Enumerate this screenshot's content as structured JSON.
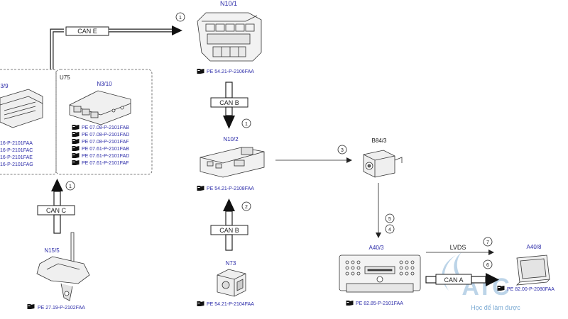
{
  "components": {
    "n10_1": {
      "label": "N10/1",
      "ref": "PE 54.21-P-2106FAA"
    },
    "n3_9": {
      "label": "3/9",
      "refs": [
        "16-P-2101FAA",
        "16-P-2101FAC",
        "16-P-2101FAE",
        "16-P-2101FAG"
      ]
    },
    "n3_10": {
      "group": "U75",
      "label": "N3/10",
      "refs": [
        "PE 07.08-P-2101FAB",
        "PE 07.08-P-2101FAD",
        "PE 07.08-P-2101FAF",
        "PE 07.61-P-2101FAB",
        "PE 07.61-P-2101FAD",
        "PE 07.61-P-2101FAF"
      ]
    },
    "n10_2": {
      "label": "N10/2",
      "ref": "PE 54.21-P-2108FAA"
    },
    "b84_3": {
      "label": "B84/3"
    },
    "n15_5": {
      "label": "N15/5",
      "ref": "PE 27.19-P-2102FAA"
    },
    "n73": {
      "label": "N73",
      "ref": "PE 54.21-P-2104FAA"
    },
    "a40_3": {
      "label": "A40/3",
      "ref": "PE 82.85-P-2101FAA"
    },
    "a40_8": {
      "label": "A40/8",
      "ref": "PE 82.00-P-2080FAA"
    }
  },
  "connections": {
    "can_e": {
      "bus": "CAN E",
      "marker": "1"
    },
    "can_b1": {
      "bus": "CAN B",
      "marker": "1"
    },
    "can_c": {
      "bus": "CAN C",
      "marker": "1"
    },
    "can_b2": {
      "bus": "CAN B",
      "marker": "2"
    },
    "b84": {
      "marker": "3"
    },
    "video": {
      "markers": [
        "5",
        "4"
      ]
    },
    "lvds": {
      "bus": "LVDS",
      "marker": "7"
    },
    "can_a": {
      "bus": "CAN A",
      "marker": "6"
    }
  },
  "watermark": {
    "brand": "ATC",
    "slogan": "Học để làm được"
  },
  "colors": {
    "label_blue": "#2a2aa8",
    "line": "#222222",
    "watermark_blue": "#1f6fb5"
  },
  "icons": [
    "book-ref-icon"
  ]
}
